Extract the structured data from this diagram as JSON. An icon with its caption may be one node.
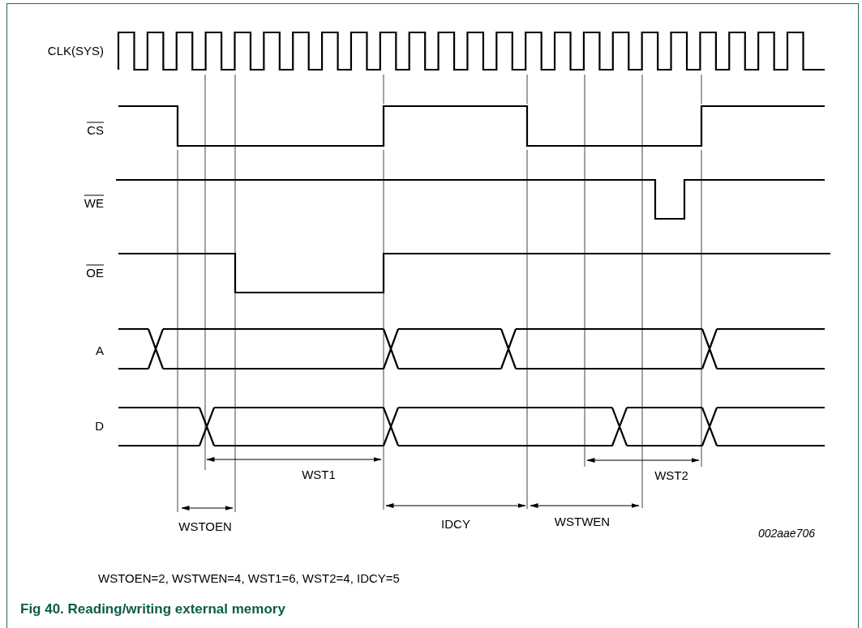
{
  "diagram": {
    "caption": "Fig 40. Reading/writing external memory",
    "labels": [
      "CLK(SYS)",
      "CS",
      "WE",
      "OE",
      "A",
      "D",
      "WST1",
      "WST2",
      "WSTOEN",
      "IDCY",
      "WSTWEN",
      "002aae706",
      "WSTOEN=2, WSTWEN=4, WST1=6, WST2=4, IDCY=5"
    ]
  }
}
